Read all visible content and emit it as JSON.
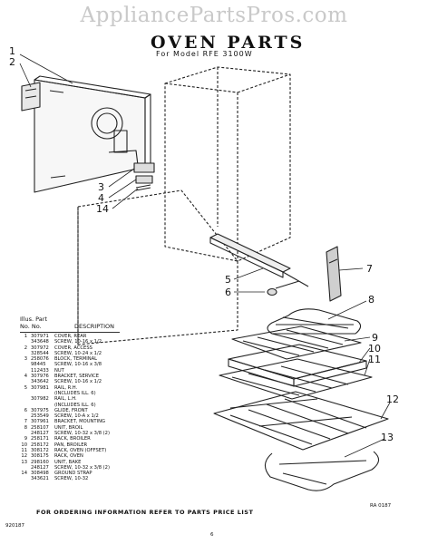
{
  "watermark": "AppliancePartsPros.com",
  "title": "OVEN PARTS",
  "subtitle": "For Model RFE 3100W",
  "callouts": [
    "1",
    "2",
    "3",
    "4",
    "14",
    "5",
    "6",
    "7",
    "8",
    "9",
    "10",
    "11",
    "12",
    "13"
  ],
  "table": {
    "header_illus": "Illus. Part",
    "header_no": "No.   No.",
    "header_desc": "DESCRIPTION",
    "rows": [
      {
        "illus": "1",
        "part": "307971",
        "desc": "COVER, REAR"
      },
      {
        "illus": "",
        "part": "343648",
        "desc": "SCREW, 10-16 x 1/2"
      },
      {
        "illus": "2",
        "part": "307972",
        "desc": "COVER, ACCESS"
      },
      {
        "illus": "",
        "part": "328544",
        "desc": "SCREW, 10-24 x 1/2"
      },
      {
        "illus": "3",
        "part": "258076",
        "desc": "BLOCK, TERMINAL"
      },
      {
        "illus": "",
        "part": "98445",
        "desc": "SCREW, 10-16 x 3/8"
      },
      {
        "illus": "",
        "part": "112433",
        "desc": "NUT"
      },
      {
        "illus": "4",
        "part": "307976",
        "desc": "BRACKET, SERVICE"
      },
      {
        "illus": "",
        "part": "343642",
        "desc": "SCREW, 10-16 x 1/2"
      },
      {
        "illus": "5",
        "part": "307981",
        "desc": "RAIL, R.H."
      },
      {
        "illus": "",
        "part": "",
        "desc": "(INCLUDES ILL. 6)"
      },
      {
        "illus": "",
        "part": "307982",
        "desc": "RAIL, L.H."
      },
      {
        "illus": "",
        "part": "",
        "desc": "(INCLUDES ILL. 6)"
      },
      {
        "illus": "6",
        "part": "307975",
        "desc": "GLIDE, FRONT"
      },
      {
        "illus": "",
        "part": "253549",
        "desc": "SCREW, 10-A x 1/2"
      },
      {
        "illus": "7",
        "part": "307961",
        "desc": "BRACKET, MOUNTING"
      },
      {
        "illus": "8",
        "part": "258107",
        "desc": "UNIT, BROIL"
      },
      {
        "illus": "",
        "part": "248127",
        "desc": "SCREW, 10-32 x 3/8 (2)"
      },
      {
        "illus": "9",
        "part": "258171",
        "desc": "RACK, BROILER"
      },
      {
        "illus": "10",
        "part": "258172",
        "desc": "PAN, BROILER"
      },
      {
        "illus": "11",
        "part": "308172",
        "desc": "RACK, OVEN (OFFSET)"
      },
      {
        "illus": "12",
        "part": "308175",
        "desc": "RACK, OVEN"
      },
      {
        "illus": "13",
        "part": "298160",
        "desc": "UNIT, BAKE"
      },
      {
        "illus": "",
        "part": "248127",
        "desc": "SCREW, 10-32 x 3/8 (2)"
      },
      {
        "illus": "14",
        "part": "308498",
        "desc": "GROUND STRAP"
      },
      {
        "illus": "",
        "part": "343621",
        "desc": "SCREW, 10-32"
      }
    ]
  },
  "footer": "FOR ORDERING INFORMATION REFER TO PARTS PRICE LIST",
  "bottom_code": "920187",
  "page_number": "6",
  "ra_code": "RA 0187"
}
